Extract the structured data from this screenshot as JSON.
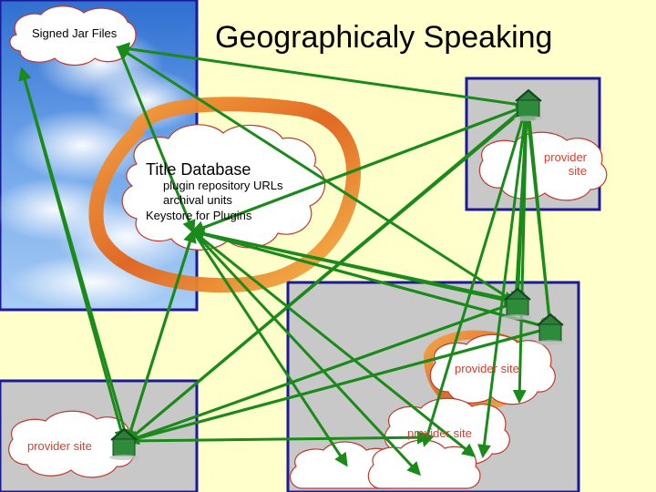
{
  "title": "Geographicaly Speaking",
  "signed_jar_label": "Signed Jar Files",
  "title_database": {
    "heading": "Title Database",
    "items": [
      "plugin repository URLs",
      "archival units",
      "Keystore for Plugins"
    ]
  },
  "provider_labels": {
    "top_right": "provider site",
    "middle_right": "provider site",
    "bottom_center": "provider site",
    "bottom_left": "provider site"
  },
  "colors": {
    "background": "#ffffcc",
    "arrow": "#1a8a1a",
    "panel_border": "#1a1a99",
    "panel_fill": "#c8c8c8",
    "cloud_text": "#d4402c",
    "cloud_stroke": "#c0392b"
  }
}
